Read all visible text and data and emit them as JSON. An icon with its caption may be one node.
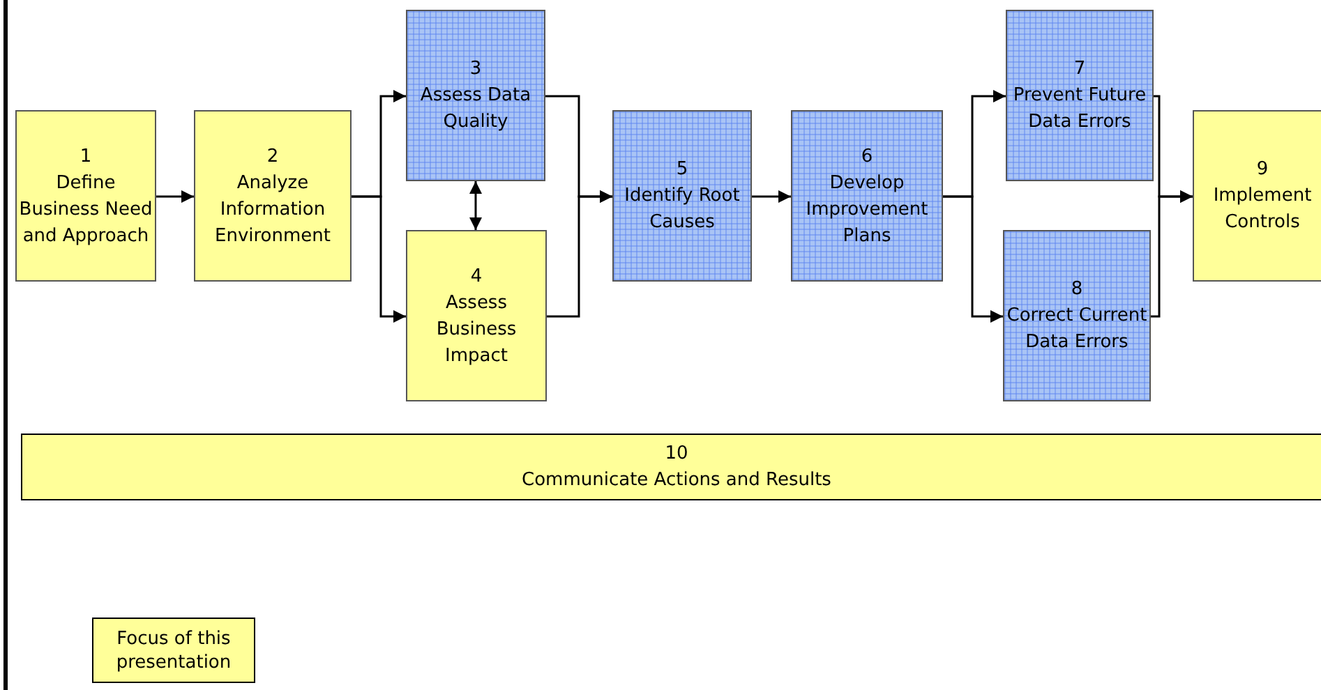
{
  "diagram": {
    "nodes": [
      {
        "text": [
          "1",
          "Define Business Need and Approach"
        ]
      },
      {
        "text": [
          "2",
          "Analyze Information Environment"
        ]
      },
      {
        "text": [
          "3",
          "Assess Data Quality"
        ]
      },
      {
        "text": [
          "4",
          "Assess Business Impact"
        ]
      },
      {
        "text": [
          "5",
          "Identify Root Causes"
        ]
      },
      {
        "text": [
          "6",
          "Develop Improvement Plans"
        ]
      },
      {
        "text": [
          "7",
          "Prevent Future Data Errors"
        ]
      },
      {
        "text": [
          "8",
          "Correct Current Data Errors"
        ]
      },
      {
        "text": [
          "9",
          "Implement Controls"
        ]
      },
      {
        "text": [
          "10",
          "Communicate Actions and Results"
        ]
      }
    ],
    "edges": [
      {
        "from": 0,
        "to": 1,
        "arrow": "to"
      },
      {
        "from": 1,
        "to": 2,
        "arrow": "to"
      },
      {
        "from": 1,
        "to": 3,
        "arrow": "to"
      },
      {
        "from": 2,
        "to": 3,
        "arrow": "both"
      },
      {
        "from": 2,
        "to": 4,
        "arrow": "to"
      },
      {
        "from": 3,
        "to": 4,
        "arrow": "to"
      },
      {
        "from": 4,
        "to": 5,
        "arrow": "to"
      },
      {
        "from": 5,
        "to": 6,
        "arrow": "to"
      },
      {
        "from": 5,
        "to": 7,
        "arrow": "to"
      },
      {
        "from": 6,
        "to": 8,
        "arrow": "to"
      },
      {
        "from": 7,
        "to": 8,
        "arrow": "to"
      }
    ],
    "legend": [
      {
        "text": "Focus of this presentation",
        "color": "#ffff99"
      }
    ]
  }
}
